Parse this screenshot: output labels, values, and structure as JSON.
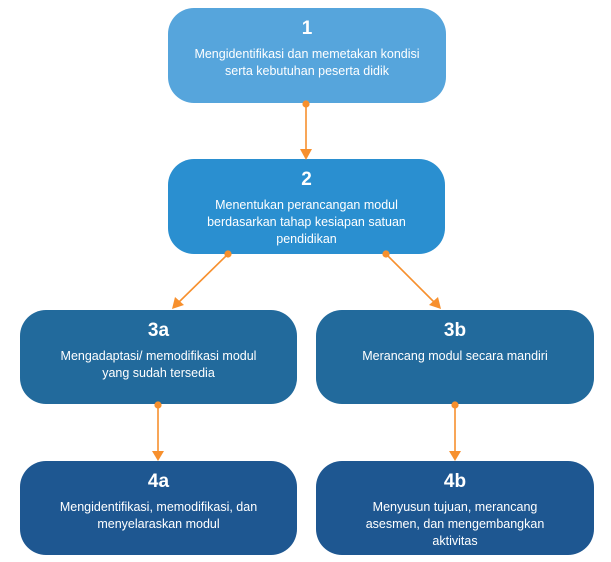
{
  "colors": {
    "step1": "#56a5dc",
    "step2": "#2a8fd0",
    "step3": "#226a9c",
    "step4": "#1e5791",
    "connector": "#f7902e",
    "text": "#ffffff"
  },
  "steps": {
    "s1": {
      "number": "1",
      "text": "Mengidentifikasi dan memetakan kondisi serta kebutuhan peserta didik"
    },
    "s2": {
      "number": "2",
      "text": "Menentukan perancangan modul berdasarkan tahap kesiapan satuan pendidikan"
    },
    "s3a": {
      "number": "3a",
      "text": "Mengadaptasi/ memodifikasi modul yang sudah tersedia"
    },
    "s3b": {
      "number": "3b",
      "text": "Merancang modul secara mandiri"
    },
    "s4a": {
      "number": "4a",
      "text": "Mengidentifikasi, memodifikasi, dan menyelaraskan modul"
    },
    "s4b": {
      "number": "4b",
      "text": "Menyusun tujuan, merancang asesmen, dan mengembangkan aktivitas"
    }
  },
  "connections": [
    {
      "from": "1",
      "to": "2"
    },
    {
      "from": "2",
      "to": "3a"
    },
    {
      "from": "2",
      "to": "3b"
    },
    {
      "from": "3a",
      "to": "4a"
    },
    {
      "from": "3b",
      "to": "4b"
    }
  ]
}
